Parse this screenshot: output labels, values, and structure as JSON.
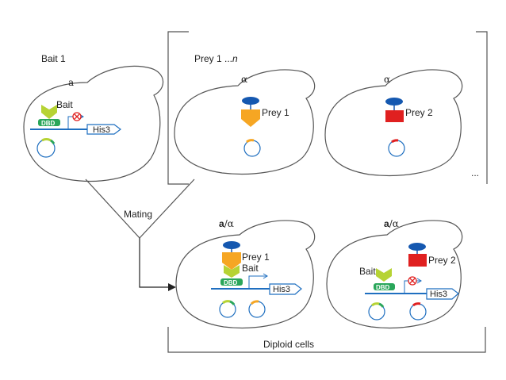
{
  "bait_header": "Bait 1",
  "prey_header": {
    "prefix": "Prey 1 ...",
    "n": "n"
  },
  "mating_label": "Mating",
  "diploid_label": "Diploid cells",
  "ellipsis": "...",
  "bait_cell": {
    "type": "a",
    "bait_label": "Bait",
    "dbd_label": "DBD",
    "reporter_label": "His3"
  },
  "prey_cell_1": {
    "type": "α",
    "prey_label": "Prey 1"
  },
  "prey_cell_2": {
    "type": "α",
    "prey_label": "Prey 2"
  },
  "diploid_1": {
    "type_a": "a",
    "type_alpha": "/α",
    "prey_label": "Prey 1",
    "bait_label": "Bait",
    "dbd_label": "DBD",
    "reporter_label": "His3"
  },
  "diploid_2": {
    "type_a": "a",
    "type_alpha": "/α",
    "prey_label": "Prey 2",
    "bait_label": "Bait",
    "dbd_label": "DBD",
    "reporter_label": "His3"
  },
  "colors": {
    "outline": "#555555",
    "dna": "#1f6fc0",
    "bait": "#b6d334",
    "dbd": "#2aa65a",
    "prey1": "#f6a623",
    "prey2": "#e02020",
    "ad": "#1558b0",
    "block": "#e02020"
  }
}
